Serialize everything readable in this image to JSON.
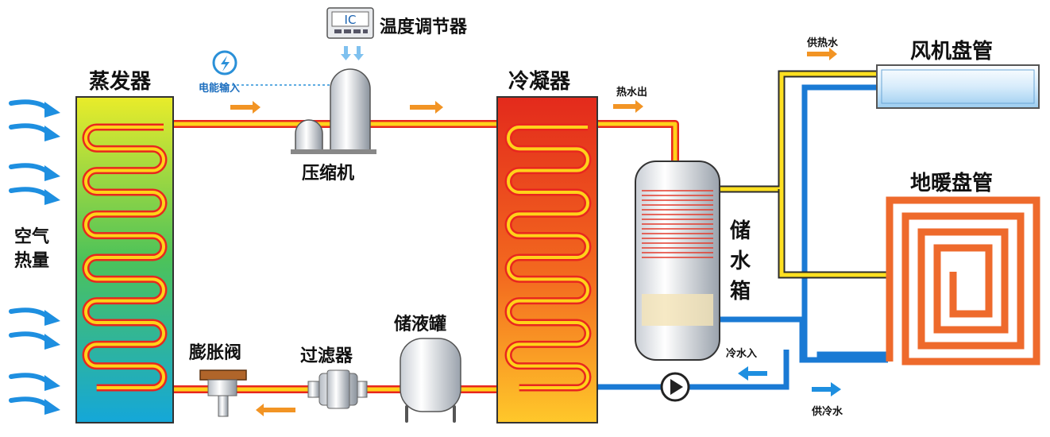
{
  "labels": {
    "evaporator": "蒸发器",
    "air_heat": "空气热量",
    "power_input": "电能输入",
    "thermostat": "温度调节器",
    "thermostat_display": "IC",
    "compressor": "压缩机",
    "condenser": "冷凝器",
    "hot_water_out": "热水出",
    "storage_tank": "储水箱",
    "fan_coil": "风机盘管",
    "hot_supply": "供热水",
    "floor_heating": "地暖盘管",
    "cold_water_in": "冷水入",
    "cold_supply": "供冷水",
    "expansion_valve": "膨胀阀",
    "filter": "过滤器",
    "receiver": "储液罐"
  },
  "colors": {
    "refrigerant_pipe_fill": "#ffd21a",
    "refrigerant_pipe_edge": "#e8271f",
    "hot_water_pipe": "#ffe021",
    "cold_water_pipe": "#1a7ad4",
    "flow_arrow": "#f29424",
    "air_arrow": "#1e8fe0",
    "floor_coil": "#ee6a2c"
  }
}
